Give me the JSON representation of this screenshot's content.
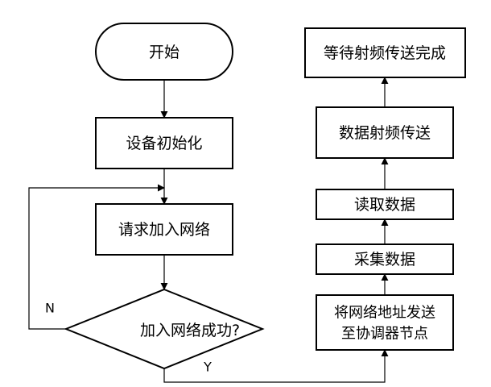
{
  "nodes": {
    "start": "开始",
    "device_init": "设备初始化",
    "request_join": "请求加入网络",
    "join_success_q": "加入网络成功?",
    "send_addr_line1": "将网络地址发送",
    "send_addr_line2": "至协调器节点",
    "collect_data": "采集数据",
    "read_data": "读取数据",
    "rf_transmit": "数据射频传送",
    "wait_rf_done": "等待射频传送完成"
  },
  "branches": {
    "no": "N",
    "yes": "Y"
  }
}
